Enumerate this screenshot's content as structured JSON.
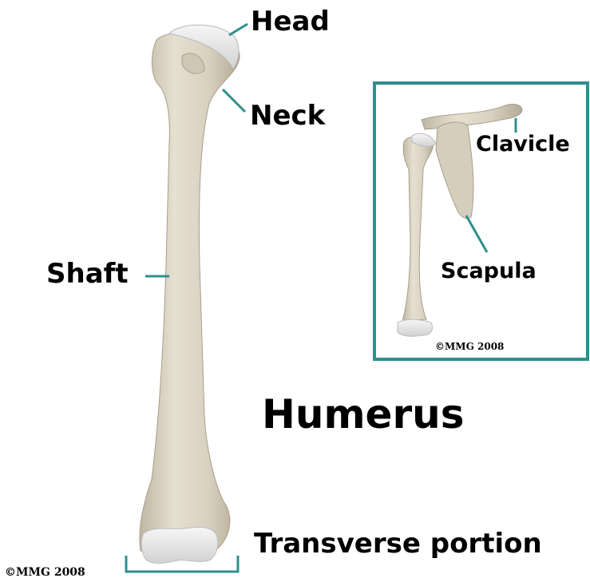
{
  "labels": {
    "head": "Head",
    "neck": "Neck",
    "shaft": "Shaft",
    "transverse": "Transverse portion",
    "clavicle": "Clavicle",
    "scapula": "Scapula"
  },
  "title": "Humerus",
  "copyright_main": "©MMG 2008",
  "copyright_inset": "©MMG 2008",
  "colors": {
    "leader_line": "#2f8e8e",
    "inset_border": "#2f8e8e",
    "bone": "#ddd6c6",
    "cartilage": "#f2f2f2"
  }
}
